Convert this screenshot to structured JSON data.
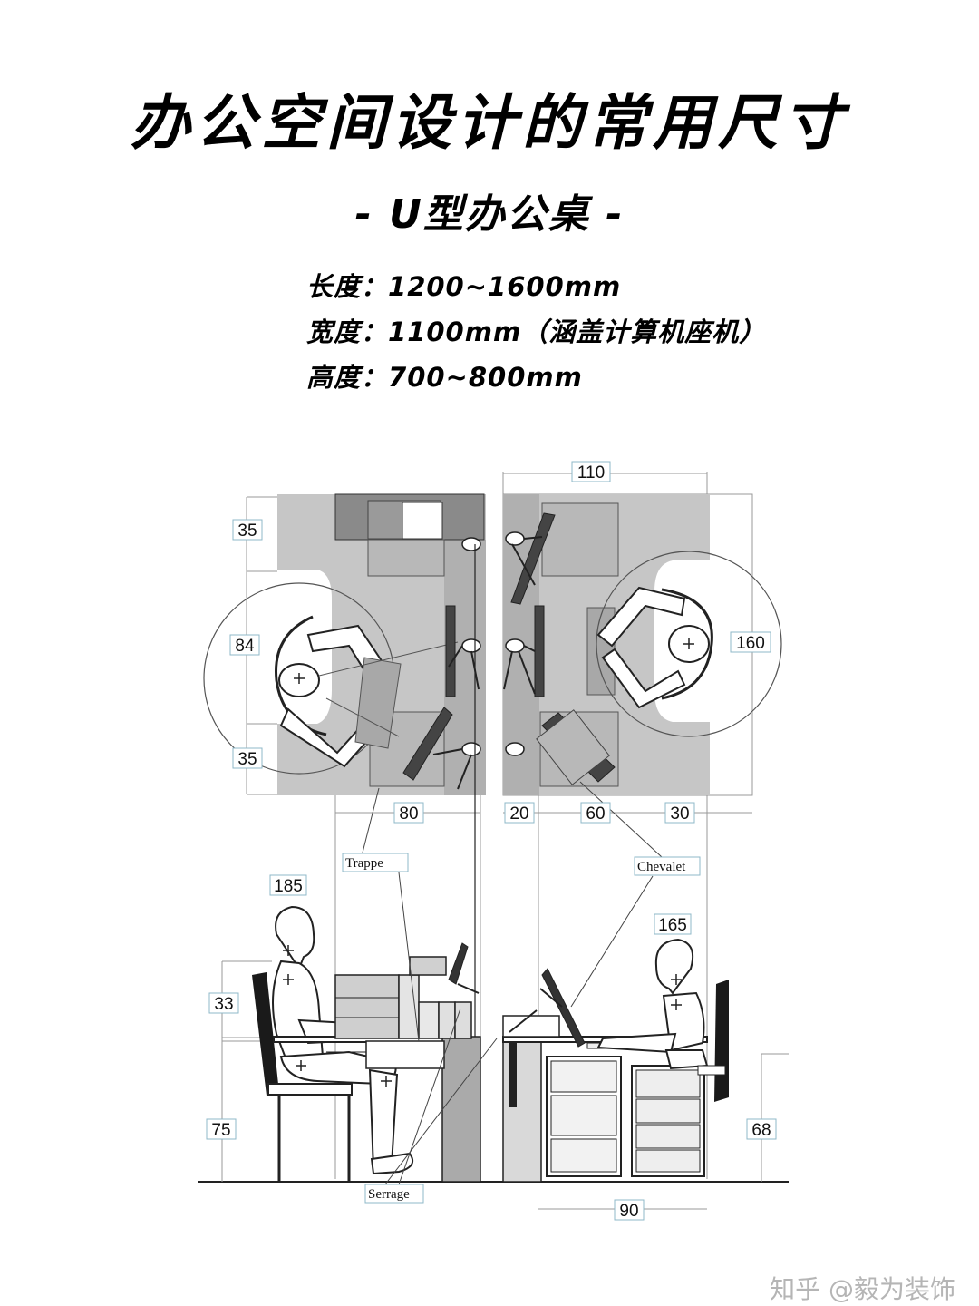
{
  "title": "办公空间设计的常用尺寸",
  "subtitle": "- U型办公桌 -",
  "specs": [
    {
      "label": "长度：",
      "value": "1200~1600mm"
    },
    {
      "label": "宽度：",
      "value": "1100mm（涵盖计算机座机）"
    },
    {
      "label": "高度：",
      "value": "700~800mm"
    }
  ],
  "dimensions": {
    "d110": "110",
    "d35a": "35",
    "d84": "84",
    "d35b": "35",
    "d160": "160",
    "d80": "80",
    "d20": "20",
    "d60": "60",
    "d30": "30",
    "d185": "185",
    "d165": "165",
    "d33": "33",
    "d75": "75",
    "d68": "68",
    "d90": "90"
  },
  "tags": {
    "trappe": "Trappe",
    "chevalet": "Chevalet",
    "serrage": "Serrage"
  },
  "watermark": "知乎 @毅为装饰"
}
